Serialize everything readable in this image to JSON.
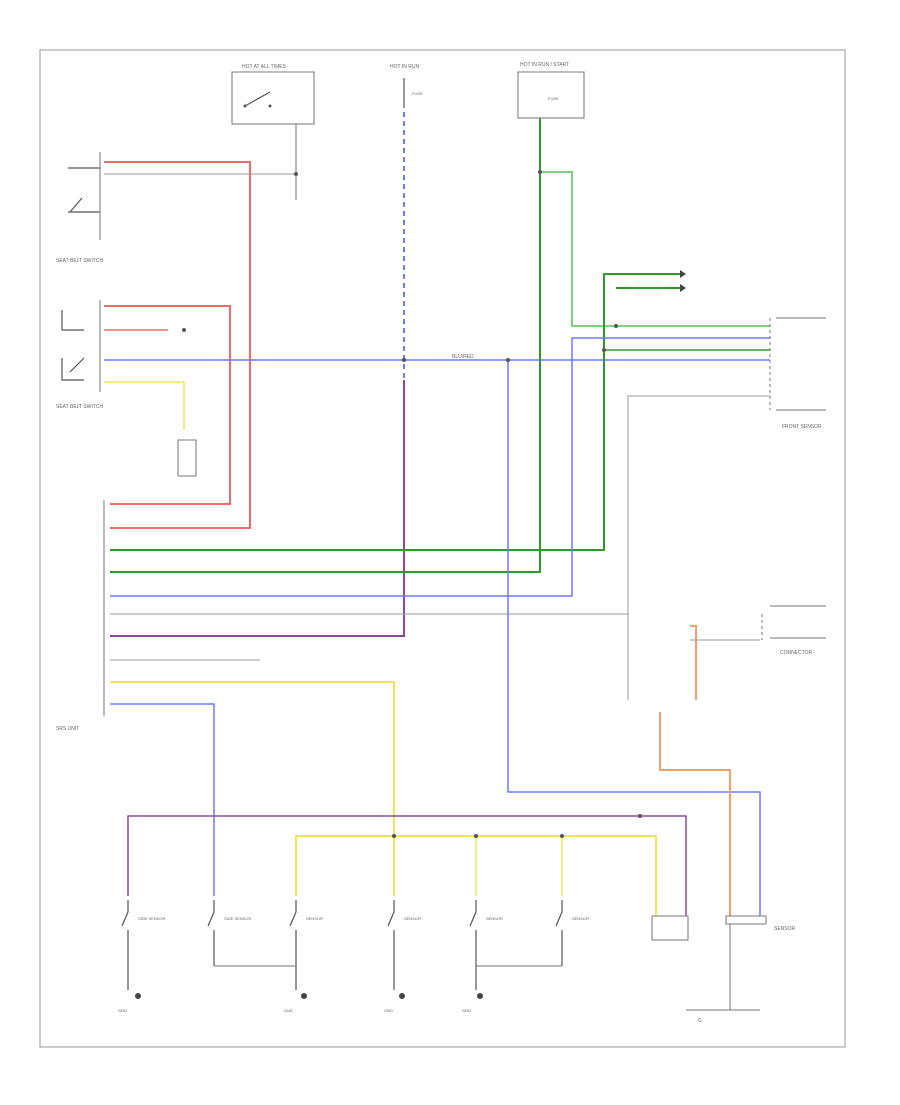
{
  "diagram": {
    "page_label": "",
    "colors": {
      "red": "#f06a6a",
      "green": "#2e9a2e",
      "lightgreen": "#7fd17f",
      "blue": "#6e78ff",
      "purple": "#8a4a9a",
      "yellow": "#f2e45a",
      "orange": "#f2a06a",
      "gray": "#9a9a9a"
    },
    "labels": {
      "top_a": "HOT AT ALL TIMES",
      "top_b": "HOT IN RUN",
      "top_c": "HOT IN RUN / START",
      "fuse_a": "FUSE",
      "fuse_b": "FUSE",
      "left_switch_1": "SEAT BELT SWITCH",
      "left_switch_2": "SEAT BELT SWITCH",
      "center_wire": "BLU/RED",
      "right_module": "FRONT SENSOR",
      "lower_right_a": "CONNECTOR",
      "lower_right_b": "SENSOR",
      "lower_left_module": "SRS UNIT",
      "bottom_right_ground": "G",
      "bottom_sensor_1": "SIDE SENSOR",
      "bottom_sensor_2": "SIDE SENSOR",
      "bottom_sensor_3": "SENSOR",
      "bottom_sensor_4": "SENSOR",
      "bottom_sensor_5": "SENSOR",
      "bottom_sensor_6": "SENSOR",
      "gnd_1": "GND",
      "gnd_2": "GND",
      "gnd_3": "GND",
      "gnd_4": "GND"
    }
  }
}
